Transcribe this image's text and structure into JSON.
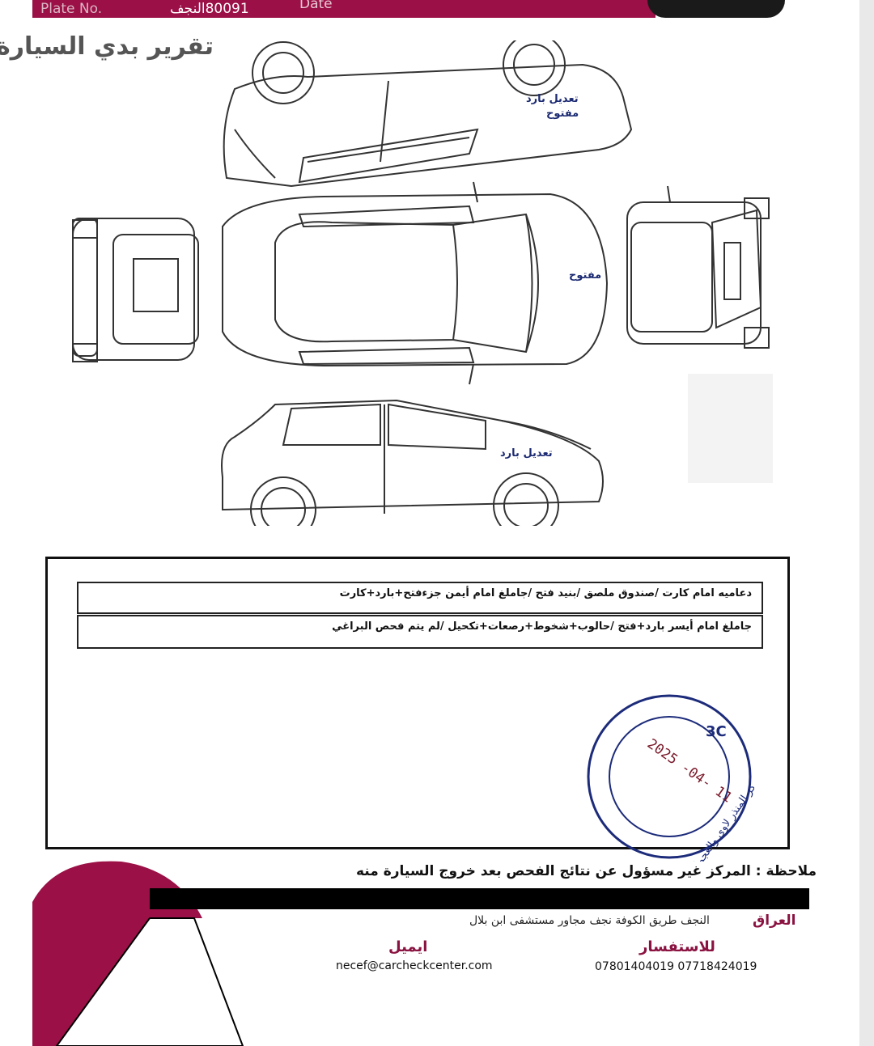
{
  "header": {
    "plate_label": "Plate No.",
    "plate_value": "80091النجف",
    "date_label": "Date"
  },
  "title": "تقرير بدي السيارة",
  "annotations": {
    "top_view": "تعديل بارد\nمفتوح",
    "top_view_line1": "تعديل بارد",
    "top_view_line2": "مفتوح",
    "roof": "مفتوح",
    "side_view": "تعديل بارد"
  },
  "notes": [
    "دعاميه امام كارت /صندوق ملصق /بنيد فتح /جاملغ امام أيمن جزءفتح+بارد+كارت",
    "جاملغ امام أيسر بارد+فتح /حالوب+شخوط+رصعات+تكحيل /لم يتم فحص البراغي"
  ],
  "stamp": {
    "code": "3C",
    "date": "2025 -04- 11",
    "ring_text": "مركز المنذر لاوي والعجماني"
  },
  "disclaimer": "ملاحظة : المركز غير مسؤول عن نتائج الفحص بعد خروج السيارة منه",
  "footer": {
    "address_label": "العراق",
    "address": "النجف طريق الكوفة نجف مجاور مستشفى ابن بلال",
    "email_label": "ايميل",
    "email": "necef@carcheckcenter.com",
    "phone_label": "للاستفسار",
    "phones": "07801404019 07718424019"
  },
  "colors": {
    "brand": "#9b1046",
    "ink": "#1b2a72"
  }
}
